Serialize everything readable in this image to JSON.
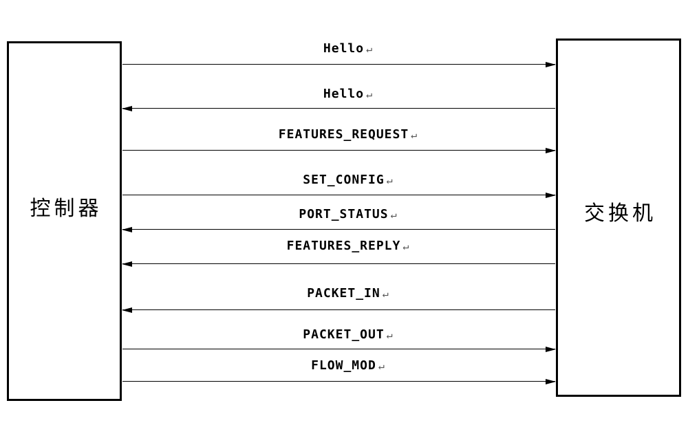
{
  "diagram": {
    "left_actor": {
      "label": "控制器"
    },
    "right_actor": {
      "label": "交换机"
    },
    "return_mark": "↵",
    "messages": [
      {
        "label": "Hello",
        "direction": "right"
      },
      {
        "label": "Hello",
        "direction": "left"
      },
      {
        "label": "FEATURES_REQUEST",
        "direction": "right"
      },
      {
        "label": "SET_CONFIG",
        "direction": "right"
      },
      {
        "label": "PORT_STATUS",
        "direction": "left"
      },
      {
        "label": "FEATURES_REPLY",
        "direction": "left"
      },
      {
        "label": "PACKET_IN",
        "direction": "left"
      },
      {
        "label": "PACKET_OUT",
        "direction": "right"
      },
      {
        "label": "FLOW_MOD",
        "direction": "right"
      }
    ],
    "colors": {
      "line": "#000000",
      "text": "#000000",
      "background": "#ffffff",
      "return_mark": "#555555"
    }
  }
}
